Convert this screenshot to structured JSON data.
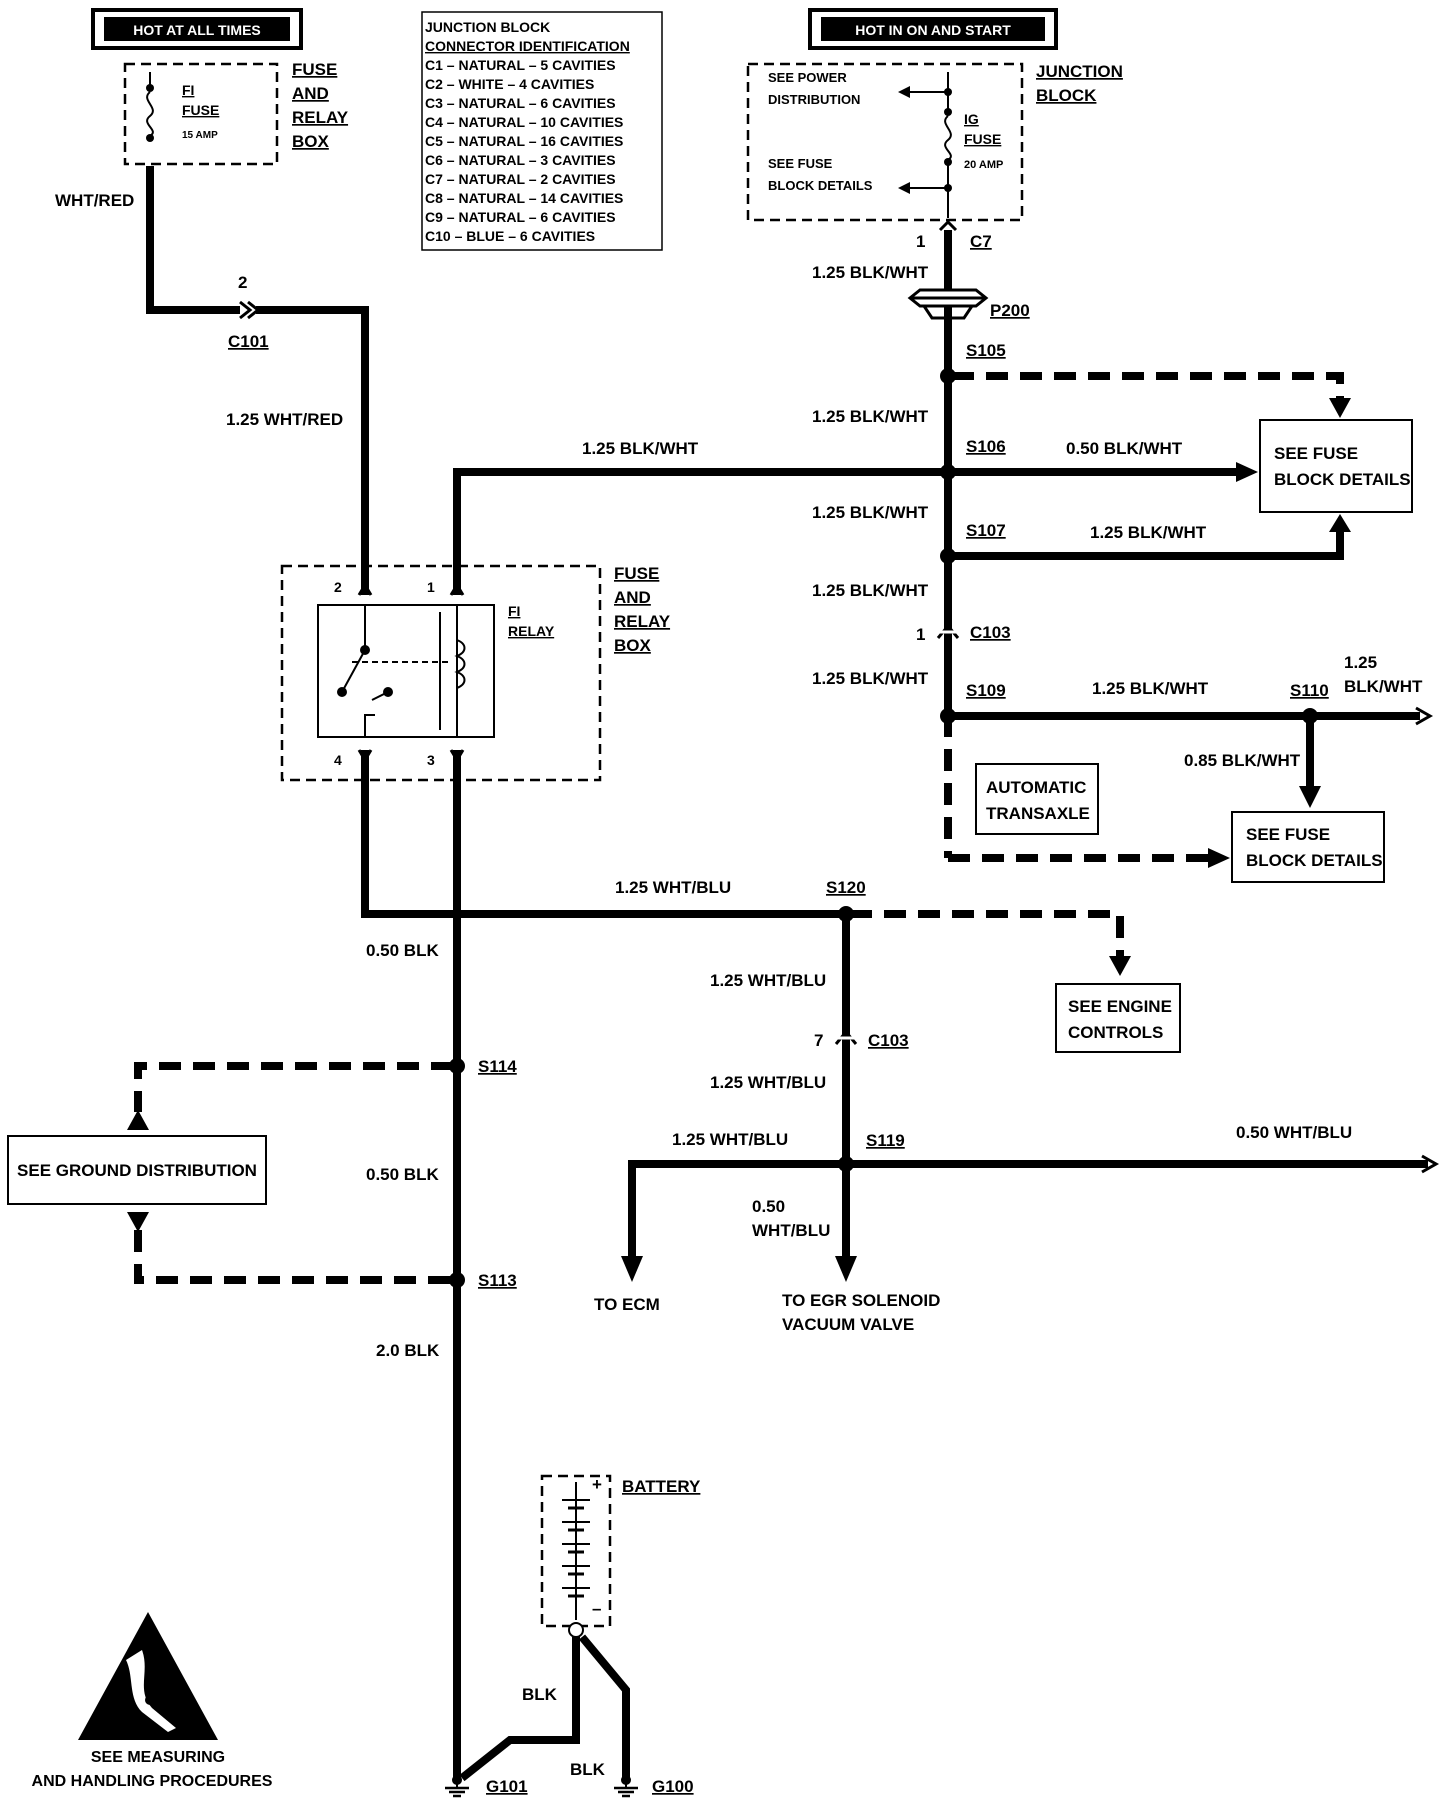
{
  "header": {
    "hot_at_all_times": "HOT AT ALL TIMES",
    "hot_in_on_and_start": "HOT IN ON AND START"
  },
  "connector_table": {
    "title_1": "JUNCTION BLOCK",
    "title_2": "CONNECTOR IDENTIFICATION",
    "rows": [
      "C1 – NATURAL – 5 CAVITIES",
      "C2 – WHITE – 4 CAVITIES",
      "C3 – NATURAL – 6 CAVITIES",
      "C4 – NATURAL – 10 CAVITIES",
      "C5 – NATURAL – 16 CAVITIES",
      "C6 – NATURAL – 3 CAVITIES",
      "C7 – NATURAL – 2 CAVITIES",
      "C8 – NATURAL – 14 CAVITIES",
      "C9 – NATURAL – 6 CAVITIES",
      "C10 – BLUE – 6 CAVITIES"
    ]
  },
  "fi_fuse": {
    "name_1": "FI",
    "name_2": "FUSE",
    "rating": "15 AMP"
  },
  "fuse_relay_box_top": [
    "FUSE",
    "AND",
    "RELAY",
    "BOX"
  ],
  "junction_block": {
    "label_1": "JUNCTION",
    "label_2": "BLOCK",
    "power_dist_1": "SEE POWER",
    "power_dist_2": "DISTRIBUTION",
    "fuse_details_1": "SEE FUSE",
    "fuse_details_2": "BLOCK DETAILS",
    "ig_fuse_1": "IG",
    "ig_fuse_2": "FUSE",
    "ig_rating": "20 AMP"
  },
  "relay": {
    "name_1": "FI",
    "name_2": "RELAY",
    "box_label": [
      "FUSE",
      "AND",
      "RELAY",
      "BOX"
    ],
    "pins": [
      "2",
      "1",
      "4",
      "3"
    ]
  },
  "wires": {
    "wht_red": "WHT/RED",
    "wht_red_125": "1.25 WHT/RED",
    "blk_wht_125": "1.25 BLK/WHT",
    "blk_wht_050": "0.50  BLK/WHT",
    "blk_wht_085": "0.85 BLK/WHT",
    "blk_wht_125_a": "1.25",
    "blk_wht_125_b": "BLK/WHT",
    "wht_blu_125": "1.25 WHT/BLU",
    "wht_blu_050": "0.50 WHT/BLU",
    "wht_blu_050_a": "0.50",
    "wht_blu_050_b": "WHT/BLU",
    "blk_050": "0.50 BLK",
    "blk_20": "2.0 BLK",
    "blk": "BLK"
  },
  "connectors": {
    "c101": "C101",
    "c101_pin": "2",
    "c7": "C7",
    "c7_pin": "1",
    "p200": "P200",
    "c103": "C103",
    "c103_pin_1": "1",
    "c103_pin_7": "7"
  },
  "splices": {
    "s105": "S105",
    "s106": "S106",
    "s107": "S107",
    "s109": "S109",
    "s110": "S110",
    "s120": "S120",
    "s119": "S119",
    "s114": "S114",
    "s113": "S113"
  },
  "refs": {
    "see_fuse_1": "SEE FUSE",
    "see_fuse_2": "BLOCK DETAILS",
    "auto_trans_1": "AUTOMATIC",
    "auto_trans_2": "TRANSAXLE",
    "see_engine_1": "SEE ENGINE",
    "see_engine_2": "CONTROLS",
    "see_ground": "SEE GROUND DISTRIBUTION",
    "to_ecm": "TO ECM",
    "to_egr_1": "TO EGR SOLENOID",
    "to_egr_2": "VACUUM VALVE"
  },
  "battery": {
    "label": "BATTERY",
    "plus": "+",
    "minus": "–"
  },
  "grounds": {
    "g101": "G101",
    "g100": "G100"
  },
  "esd": {
    "line_1": "SEE  MEASURING",
    "line_2": "AND HANDLING PROCEDURES"
  }
}
